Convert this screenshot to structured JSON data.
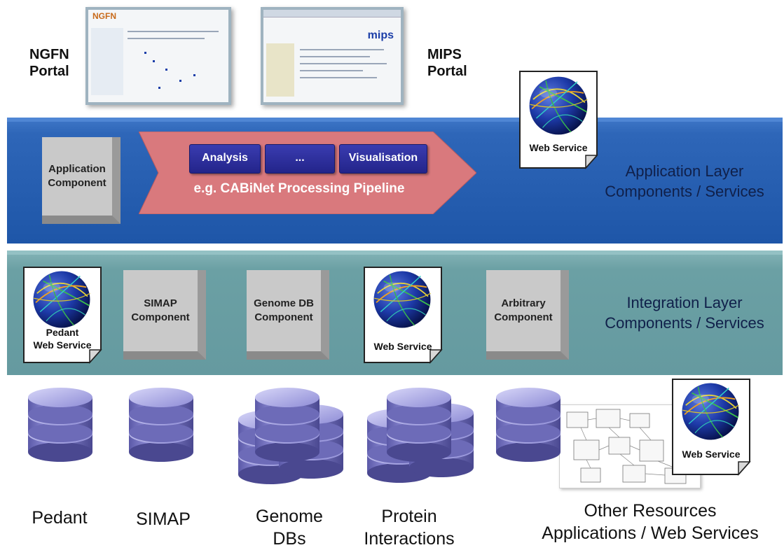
{
  "portals": {
    "ngfn": {
      "line1": "NGFN",
      "line2": "Portal",
      "logo": "NGFN"
    },
    "mips": {
      "line1": "MIPS",
      "line2": "Portal",
      "logo": "mips"
    }
  },
  "application_layer": {
    "label_line1": "Application Layer",
    "label_line2": "Components / Services",
    "component": {
      "line1": "Application",
      "line2": "Component"
    },
    "pipeline": {
      "caption": "e.g. CABiNet Processing Pipeline",
      "stages": [
        "Analysis",
        "...",
        "Visualisation"
      ]
    },
    "web_service": "Web Service"
  },
  "integration_layer": {
    "label_line1": "Integration Layer",
    "label_line2": "Components / Services",
    "pedant_service": {
      "line1": "Pedant",
      "line2": "Web Service"
    },
    "simap": {
      "line1": "SIMAP",
      "line2": "Component"
    },
    "genome": {
      "line1": "Genome DB",
      "line2": "Component"
    },
    "web_service": "Web Service",
    "arbitrary": {
      "line1": "Arbitrary",
      "line2": "Component"
    }
  },
  "resources": {
    "pedant": "Pedant",
    "simap": "SIMAP",
    "genome": {
      "line1": "Genome",
      "line2": "DBs"
    },
    "protein": {
      "line1": "Protein",
      "line2": "Interactions"
    },
    "other": {
      "line1": "Other Resources",
      "line2": "Applications / Web Services"
    },
    "other_web_service": "Web Service"
  },
  "colors": {
    "app_layer": "#1e56a8",
    "integration_layer": "#6ba0a4",
    "pipeline_arrow": "#d9797d",
    "stage_box": "#2a2c96",
    "database": "#8c8ad8"
  }
}
